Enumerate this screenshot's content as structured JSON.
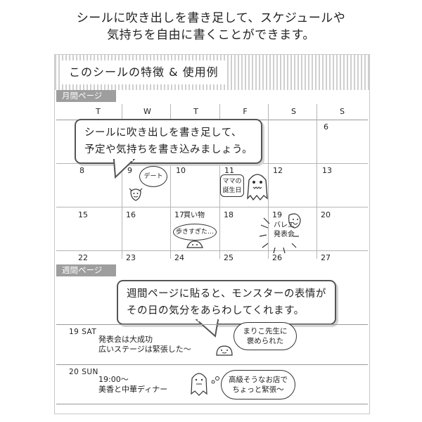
{
  "intro": {
    "line1": "シールに吹き出しを書き足して、スケジュールや",
    "line2": "気持ちを自由に書くことができます。"
  },
  "example": {
    "title": "このシールの特徴 & 使用例",
    "monthly": {
      "tab_label": "月間ページ",
      "weekdays": [
        "T",
        "W",
        "T",
        "F",
        "S",
        "S"
      ],
      "dates": [
        "6",
        "8",
        "9",
        "10",
        "11",
        "12",
        "13",
        "15",
        "16",
        "17",
        "18",
        "19",
        "20",
        "22",
        "23",
        "24",
        "25",
        "26",
        "27"
      ],
      "callout_line1": "シールに吹き出しを書き足して、",
      "callout_line2": "予定や気持ちを書き込みましょう。",
      "notes": {
        "date9": "デート",
        "date11_line1": "ママの",
        "date11_line2": "誕生日",
        "date17_title": "買い物",
        "date17_bubble": "歩きすぎた…",
        "date19_line1": "バレエ",
        "date19_line2": "発表会"
      }
    },
    "weekly": {
      "tab_label": "週間ページ",
      "callout_line1": "週間ページに貼ると、モンスターの表情が",
      "callout_line2": "その日の気分をあらわしてくれます。",
      "rows": [
        {
          "date": "19 SAT",
          "note_line1": "発表会は大成功",
          "note_line2": "広いステージは緊張した～",
          "bubble_line1": "まりこ先生に",
          "bubble_line2": "褒められた"
        },
        {
          "date": "20 SUN",
          "note_line1": "19:00～",
          "note_line2": "美香と中華ディナー",
          "bubble_line1": "高級そうなお店で",
          "bubble_line2": "ちょっと緊張～"
        }
      ]
    }
  }
}
